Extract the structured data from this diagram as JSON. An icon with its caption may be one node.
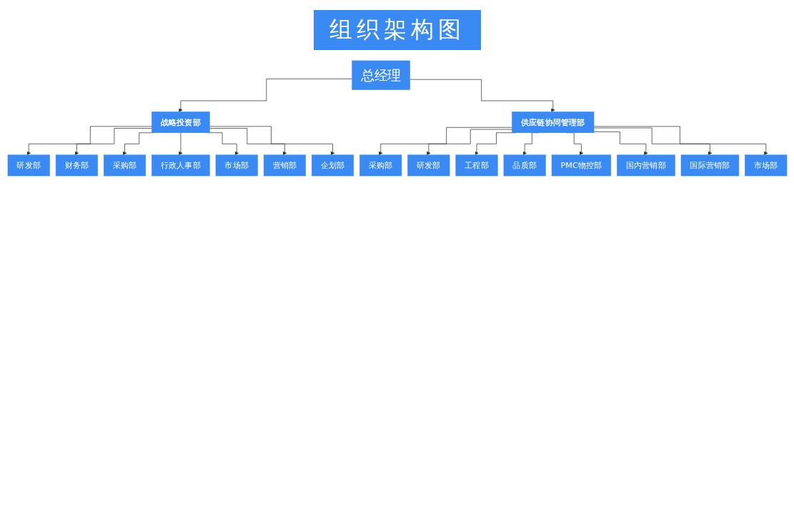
{
  "diagram": {
    "title": "组织架构图",
    "nodes": [
      {
        "text": [
          "总经理"
        ]
      },
      {
        "text": [
          "战略投资部"
        ]
      },
      {
        "text": [
          "供应链协同管理部"
        ]
      },
      {
        "text": [
          "研发部"
        ]
      },
      {
        "text": [
          "财务部"
        ]
      },
      {
        "text": [
          "采购部"
        ]
      },
      {
        "text": [
          "行政人事部"
        ]
      },
      {
        "text": [
          "市场部"
        ]
      },
      {
        "text": [
          "营销部"
        ]
      },
      {
        "text": [
          "企划部"
        ]
      },
      {
        "text": [
          "采购部"
        ]
      },
      {
        "text": [
          "研发部"
        ]
      },
      {
        "text": [
          "工程部"
        ]
      },
      {
        "text": [
          "品质部"
        ]
      },
      {
        "text": [
          "PMC物控部"
        ]
      },
      {
        "text": [
          "国内营销部"
        ]
      },
      {
        "text": [
          "国际营销部"
        ]
      },
      {
        "text": [
          "市场部"
        ]
      }
    ],
    "edges": [
      {
        "from": 0,
        "to": 1,
        "arrow": "to"
      },
      {
        "from": 0,
        "to": 2,
        "arrow": "to"
      },
      {
        "from": 1,
        "to": 3,
        "arrow": "to"
      },
      {
        "from": 1,
        "to": 4,
        "arrow": "to"
      },
      {
        "from": 1,
        "to": 5,
        "arrow": "to"
      },
      {
        "from": 1,
        "to": 6,
        "arrow": "to"
      },
      {
        "from": 1,
        "to": 7,
        "arrow": "to"
      },
      {
        "from": 1,
        "to": 8,
        "arrow": "to"
      },
      {
        "from": 1,
        "to": 9,
        "arrow": "to"
      },
      {
        "from": 2,
        "to": 10,
        "arrow": "to"
      },
      {
        "from": 2,
        "to": 11,
        "arrow": "to"
      },
      {
        "from": 2,
        "to": 12,
        "arrow": "to"
      },
      {
        "from": 2,
        "to": 13,
        "arrow": "to"
      },
      {
        "from": 2,
        "to": 14,
        "arrow": "to"
      },
      {
        "from": 2,
        "to": 15,
        "arrow": "to"
      },
      {
        "from": 2,
        "to": 16,
        "arrow": "to"
      },
      {
        "from": 2,
        "to": 17,
        "arrow": "to"
      }
    ]
  }
}
